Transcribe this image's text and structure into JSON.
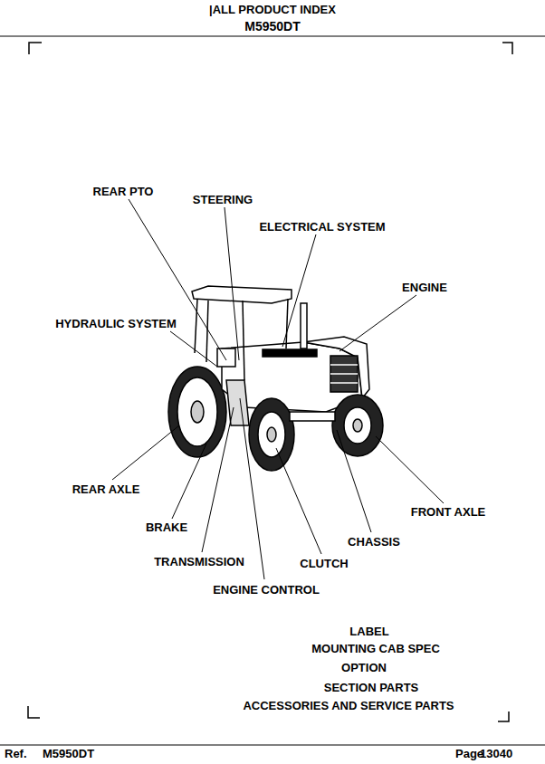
{
  "diagram": {
    "title": "|ALL PRODUCT INDEX",
    "labels": [
      "M5950DT",
      "REAR PTO",
      "STEERING",
      "ELECTRICAL SYSTEM",
      "ENGINE",
      "HYDRAULIC SYSTEM",
      "REAR AXLE",
      "BRAKE",
      "TRANSMISSION",
      "ENGINE CONTROL",
      "CLUTCH",
      "CHASSIS",
      "FRONT AXLE",
      "LABEL",
      "MOUNTING CAB SPEC",
      "OPTION",
      "SECTION PARTS",
      "ACCESSORIES AND SERVICE PARTS",
      "Ref.",
      "M5950DT",
      "Page",
      "13040"
    ]
  }
}
